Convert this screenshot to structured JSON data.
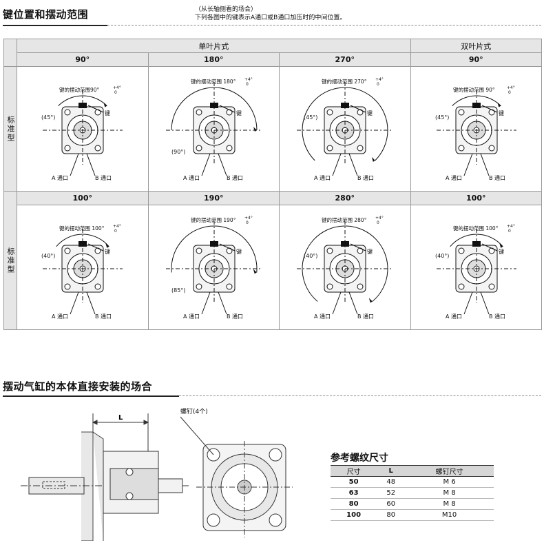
{
  "section1": {
    "title": "键位置和摆动范围",
    "note_line1": "（从长轴侧看的场合）",
    "note_line2": "下列各图中的键表示A通口或B通口加压时的中间位置。"
  },
  "table": {
    "group_single": "单叶片式",
    "group_double": "双叶片式",
    "row_label": "标准型",
    "row1_headers": [
      "90°",
      "180°",
      "270°",
      "90°"
    ],
    "row2_headers": [
      "100°",
      "190°",
      "280°",
      "100°"
    ]
  },
  "diagram_labels": {
    "key": "键",
    "port_a": "A 通口",
    "port_b": "B 通口",
    "range_r1": [
      "键的摆动范围90°",
      "键的摆动范围 180°",
      "键的摆动范围 270°",
      "键的摆动范围 90°"
    ],
    "range_r2": [
      "键的摆动范围 100°",
      "键的摆动范围 190°",
      "键的摆动范围 280°",
      "键的摆动范围 100°"
    ],
    "tol_top": "+4°",
    "tol_bottom": "0",
    "angles_r1": [
      "(45°)",
      "(90°)",
      "(45°)",
      "(45°)"
    ],
    "angles_r2": [
      "(40°)",
      "(85°)",
      "(40°)",
      "(40°)"
    ]
  },
  "section2": {
    "title": "摆动气缸的本体直接安装的场合",
    "screw_label": "螺钉(4个)",
    "dim_label": "L"
  },
  "ref": {
    "title": "参考螺纹尺寸",
    "headers": [
      "尺寸",
      "L",
      "螺钉尺寸"
    ],
    "rows": [
      {
        "size": "50",
        "l": "48",
        "screw": "M 6"
      },
      {
        "size": "63",
        "l": "52",
        "screw": "M 8"
      },
      {
        "size": "80",
        "l": "60",
        "screw": "M 8"
      },
      {
        "size": "100",
        "l": "80",
        "screw": "M10"
      }
    ]
  }
}
